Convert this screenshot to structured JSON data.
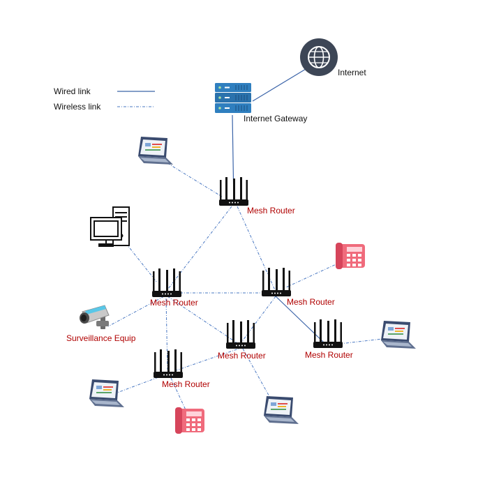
{
  "legend": {
    "wired_label": "Wired link",
    "wireless_label": "Wireless link"
  },
  "nodes": {
    "internet": {
      "label": "Internet",
      "icon": "globe-icon"
    },
    "gateway": {
      "label": "Internet Gateway",
      "icon": "server-icon"
    },
    "router_top": {
      "label": "Mesh Router",
      "icon": "router-icon"
    },
    "router_left": {
      "label": "Mesh Router",
      "icon": "router-icon"
    },
    "router_right": {
      "label": "Mesh Router",
      "icon": "router-icon"
    },
    "router_center": {
      "label": "Mesh Router",
      "icon": "router-icon"
    },
    "router_far_right": {
      "label": "Mesh Router",
      "icon": "router-icon"
    },
    "router_bottom": {
      "label": "Mesh Router",
      "icon": "router-icon"
    },
    "surveillance": {
      "label": "Surveillance Equip",
      "icon": "camera-icon"
    },
    "laptop_top_left": {
      "label": "",
      "icon": "laptop-icon"
    },
    "desktop": {
      "label": "",
      "icon": "desktop-computer-icon"
    },
    "phone_right": {
      "label": "",
      "icon": "phone-icon"
    },
    "laptop_right": {
      "label": "",
      "icon": "laptop-icon"
    },
    "laptop_bottom_left": {
      "label": "",
      "icon": "laptop-icon"
    },
    "phone_bottom": {
      "label": "",
      "icon": "phone-icon"
    },
    "laptop_bottom": {
      "label": "",
      "icon": "laptop-icon"
    }
  },
  "colors": {
    "wired": "#3a63a8",
    "wireless": "#4a78c2",
    "router_label": "#b00000",
    "text": "#111111",
    "globe": "#3d4656",
    "server": "#2f7fbf",
    "phone": "#f06b7c"
  }
}
